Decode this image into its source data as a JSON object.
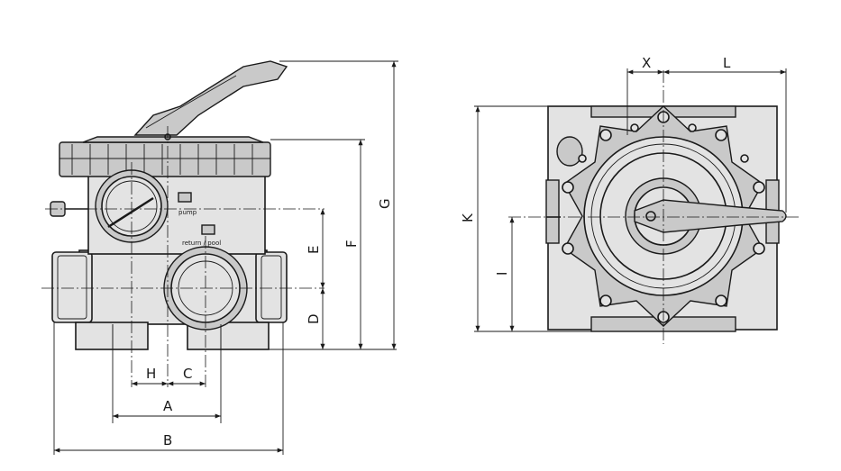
{
  "front_view": {
    "labels": {
      "pump": "pump",
      "return_pool": "return / pool"
    }
  },
  "dimensions": {
    "A": "A",
    "B": "B",
    "C": "C",
    "D": "D",
    "E": "E",
    "F": "F",
    "G": "G",
    "H": "H",
    "I": "I",
    "K": "K",
    "L": "L",
    "X": "X"
  }
}
